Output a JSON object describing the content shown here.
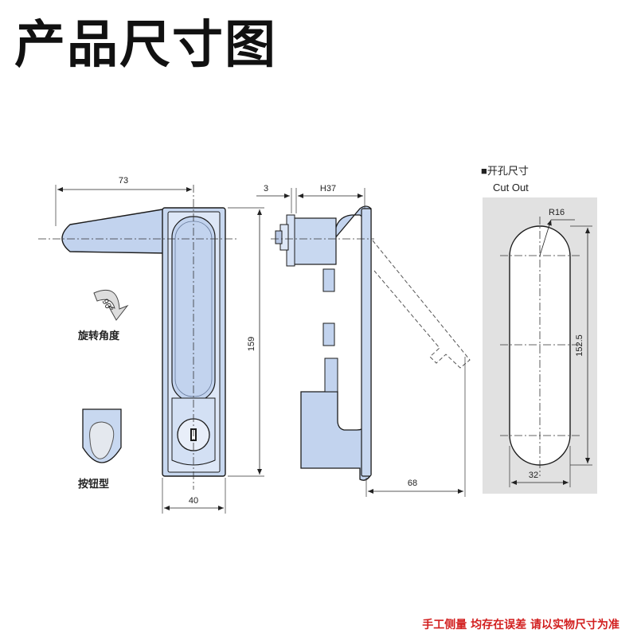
{
  "title": "产品尺寸图",
  "footer_note": "手工侧量 均存在误差  请以实物尺寸为准",
  "labels": {
    "rotation_angle": "旋转角度",
    "rotation_value": "90°",
    "button_type": "按钮型",
    "cutout_cn": "■开孔尺寸",
    "cutout_en": "Cut Out"
  },
  "dimensions": {
    "handle_width": "73",
    "body_height": "159",
    "body_width": "40",
    "thickness": "3",
    "depth": "H37",
    "swing": "68",
    "radius": "R16",
    "cut_height": "152.5",
    "cut_width": "32"
  },
  "colors": {
    "part_fill": "#c2d3ee",
    "part_light": "#dde7f7",
    "part_stroke": "#1b1b1b",
    "cutout_panel": "#e1e1e1",
    "footer_text": "#d21f1f"
  }
}
